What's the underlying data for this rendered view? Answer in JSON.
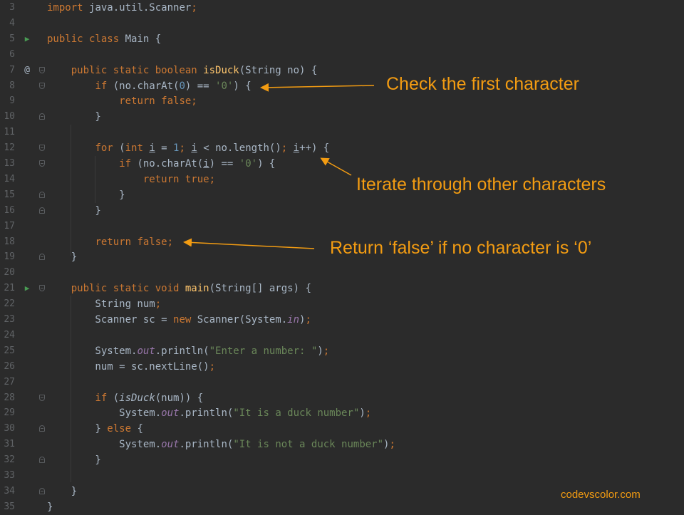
{
  "colors": {
    "background": "#2b2b2b",
    "keyword": "#cc7832",
    "text": "#a9b7c6",
    "string": "#6a8759",
    "number": "#6897bb",
    "method": "#ffc66d",
    "annotation": "#f39c12"
  },
  "editor": {
    "lines": [
      {
        "n": "3",
        "g": "",
        "f": "",
        "t": [
          [
            "k",
            "import "
          ],
          [
            "t",
            "java.util.Scanner"
          ],
          [
            "k",
            ";"
          ]
        ]
      },
      {
        "n": "4",
        "g": "",
        "f": "",
        "t": []
      },
      {
        "n": "5",
        "g": "run",
        "f": "",
        "t": [
          [
            "k",
            "public class "
          ],
          [
            "t",
            "Main {"
          ]
        ]
      },
      {
        "n": "6",
        "g": "",
        "f": "",
        "t": []
      },
      {
        "n": "7",
        "g": "at",
        "f": "open",
        "t": [
          [
            "t",
            "    "
          ],
          [
            "k",
            "public static boolean "
          ],
          [
            "m",
            "isDuck"
          ],
          [
            "t",
            "(String no) {"
          ]
        ]
      },
      {
        "n": "8",
        "g": "",
        "f": "open",
        "t": [
          [
            "t",
            "        "
          ],
          [
            "k",
            "if "
          ],
          [
            "t",
            "(no.charAt("
          ],
          [
            "n",
            "0"
          ],
          [
            "t",
            ") == "
          ],
          [
            "s",
            "'0'"
          ],
          [
            "t",
            ") {"
          ]
        ]
      },
      {
        "n": "9",
        "g": "",
        "f": "",
        "t": [
          [
            "t",
            "            "
          ],
          [
            "k",
            "return false;"
          ]
        ]
      },
      {
        "n": "10",
        "g": "",
        "f": "close",
        "t": [
          [
            "t",
            "        }"
          ]
        ]
      },
      {
        "n": "11",
        "g": "",
        "f": "",
        "t": []
      },
      {
        "n": "12",
        "g": "",
        "f": "open",
        "t": [
          [
            "t",
            "        "
          ],
          [
            "k",
            "for "
          ],
          [
            "t",
            "("
          ],
          [
            "k",
            "int "
          ],
          [
            "u",
            "i"
          ],
          [
            "t",
            " = "
          ],
          [
            "n",
            "1"
          ],
          [
            "k",
            "; "
          ],
          [
            "u",
            "i"
          ],
          [
            "t",
            " < no.length()"
          ],
          [
            "k",
            "; "
          ],
          [
            "u",
            "i"
          ],
          [
            "t",
            "++) {"
          ]
        ]
      },
      {
        "n": "13",
        "g": "",
        "f": "open",
        "t": [
          [
            "t",
            "            "
          ],
          [
            "k",
            "if "
          ],
          [
            "t",
            "(no.charAt("
          ],
          [
            "u",
            "i"
          ],
          [
            "t",
            ") == "
          ],
          [
            "s",
            "'0'"
          ],
          [
            "t",
            ") {"
          ]
        ]
      },
      {
        "n": "14",
        "g": "",
        "f": "",
        "t": [
          [
            "t",
            "                "
          ],
          [
            "k",
            "return true;"
          ]
        ]
      },
      {
        "n": "15",
        "g": "",
        "f": "close",
        "t": [
          [
            "t",
            "            }"
          ]
        ]
      },
      {
        "n": "16",
        "g": "",
        "f": "close",
        "t": [
          [
            "t",
            "        }"
          ]
        ]
      },
      {
        "n": "17",
        "g": "",
        "f": "",
        "t": []
      },
      {
        "n": "18",
        "g": "",
        "f": "",
        "t": [
          [
            "t",
            "        "
          ],
          [
            "k",
            "return false;"
          ]
        ]
      },
      {
        "n": "19",
        "g": "",
        "f": "close",
        "t": [
          [
            "t",
            "    }"
          ]
        ]
      },
      {
        "n": "20",
        "g": "",
        "f": "",
        "t": []
      },
      {
        "n": "21",
        "g": "run",
        "f": "open",
        "t": [
          [
            "t",
            "    "
          ],
          [
            "k",
            "public static void "
          ],
          [
            "m",
            "main"
          ],
          [
            "t",
            "(String[] args) {"
          ]
        ]
      },
      {
        "n": "22",
        "g": "",
        "f": "",
        "t": [
          [
            "t",
            "        String num"
          ],
          [
            "k",
            ";"
          ]
        ]
      },
      {
        "n": "23",
        "g": "",
        "f": "",
        "t": [
          [
            "t",
            "        Scanner sc = "
          ],
          [
            "k",
            "new "
          ],
          [
            "t",
            "Scanner(System."
          ],
          [
            "i",
            "in"
          ],
          [
            "t",
            ")"
          ],
          [
            "k",
            ";"
          ]
        ]
      },
      {
        "n": "24",
        "g": "",
        "f": "",
        "t": []
      },
      {
        "n": "25",
        "g": "",
        "f": "",
        "t": [
          [
            "t",
            "        System."
          ],
          [
            "i",
            "out"
          ],
          [
            "t",
            ".println("
          ],
          [
            "s",
            "\"Enter a number: \""
          ],
          [
            "t",
            ")"
          ],
          [
            "k",
            ";"
          ]
        ]
      },
      {
        "n": "26",
        "g": "",
        "f": "",
        "t": [
          [
            "t",
            "        num = sc.nextLine()"
          ],
          [
            "k",
            ";"
          ]
        ]
      },
      {
        "n": "27",
        "g": "",
        "f": "",
        "t": []
      },
      {
        "n": "28",
        "g": "",
        "f": "open",
        "t": [
          [
            "t",
            "        "
          ],
          [
            "k",
            "if "
          ],
          [
            "t",
            "("
          ],
          [
            "ic",
            "isDuck"
          ],
          [
            "t",
            "(num)) {"
          ]
        ]
      },
      {
        "n": "29",
        "g": "",
        "f": "",
        "t": [
          [
            "t",
            "            System."
          ],
          [
            "i",
            "out"
          ],
          [
            "t",
            ".println("
          ],
          [
            "s",
            "\"It is a duck number\""
          ],
          [
            "t",
            ")"
          ],
          [
            "k",
            ";"
          ]
        ]
      },
      {
        "n": "30",
        "g": "",
        "f": "close",
        "t": [
          [
            "t",
            "        } "
          ],
          [
            "k",
            "else "
          ],
          [
            "t",
            "{"
          ]
        ]
      },
      {
        "n": "31",
        "g": "",
        "f": "",
        "t": [
          [
            "t",
            "            System."
          ],
          [
            "i",
            "out"
          ],
          [
            "t",
            ".println("
          ],
          [
            "s",
            "\"It is not a duck number\""
          ],
          [
            "t",
            ")"
          ],
          [
            "k",
            ";"
          ]
        ]
      },
      {
        "n": "32",
        "g": "",
        "f": "close",
        "t": [
          [
            "t",
            "        }"
          ]
        ]
      },
      {
        "n": "33",
        "g": "",
        "f": "",
        "t": []
      },
      {
        "n": "34",
        "g": "",
        "f": "close",
        "t": [
          [
            "t",
            "    }"
          ]
        ]
      },
      {
        "n": "35",
        "g": "",
        "f": "",
        "t": [
          [
            "t",
            "}"
          ]
        ]
      }
    ]
  },
  "annotations": {
    "check_first": "Check the first character",
    "iterate": "Iterate through other characters",
    "return_false": "Return ‘false’ if no character is ‘0’"
  },
  "watermark": "codevscolor.com"
}
